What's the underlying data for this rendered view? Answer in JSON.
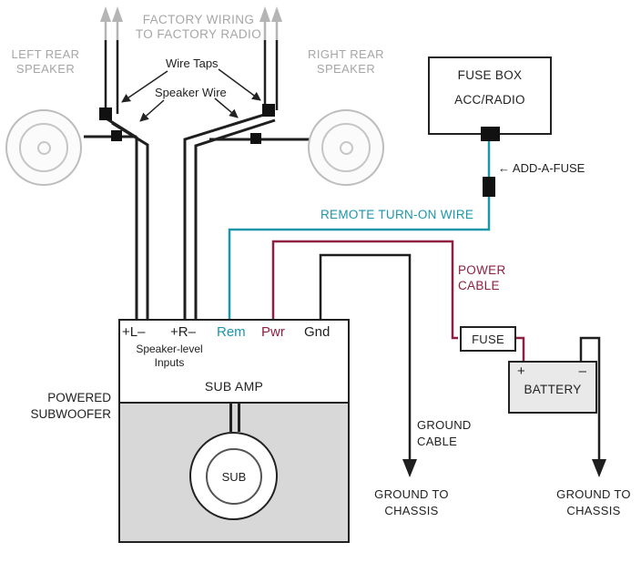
{
  "colors": {
    "teal": "#1d96aa",
    "maroon": "#8e1f40",
    "wire_black": "#1f1f1f",
    "factory_gray": "#a6a6a6"
  },
  "labels": {
    "factory_wiring_line1": "FACTORY WIRING",
    "factory_wiring_line2": "TO FACTORY RADIO",
    "left_speaker_line1": "LEFT REAR",
    "left_speaker_line2": "SPEAKER",
    "right_speaker_line1": "RIGHT REAR",
    "right_speaker_line2": "SPEAKER",
    "wire_taps": "Wire Taps",
    "speaker_wire": "Speaker Wire",
    "fuse_box_title": "FUSE BOX",
    "fuse_box_slot": "ACC/RADIO",
    "add_a_fuse": "← ADD-A-FUSE",
    "remote_wire": "REMOTE TURN-ON WIRE",
    "power_cable_line1": "POWER",
    "power_cable_line2": "CABLE",
    "fuse": "FUSE",
    "battery": "BATTERY",
    "battery_plus": "+",
    "battery_minus": "–",
    "powered_sub_line1": "POWERED",
    "powered_sub_line2": "SUBWOOFER",
    "speaker_level_line1": "Speaker-level",
    "speaker_level_line2": "Inputs",
    "sub_amp": "SUB AMP",
    "sub": "SUB",
    "ground_cable_line1": "GROUND",
    "ground_cable_line2": "CABLE",
    "ground_left_line1": "GROUND TO",
    "ground_left_line2": "CHASSIS",
    "ground_right_line1": "GROUND TO",
    "ground_right_line2": "CHASSIS"
  },
  "terminals": [
    {
      "label": "+L–"
    },
    {
      "label": "+R–"
    },
    {
      "label": "Rem"
    },
    {
      "label": "Pwr"
    },
    {
      "label": "Gnd"
    }
  ]
}
